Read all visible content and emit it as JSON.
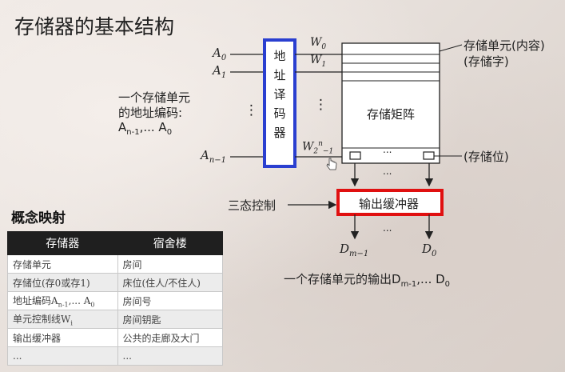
{
  "title": "存储器的基本结构",
  "labels": {
    "addr_line1": "一个存储单元",
    "addr_line2": "的地址编码:",
    "addr_code": "A",
    "addr_code_sub1": "n-1",
    "addr_code_mid": ",... A",
    "addr_code_sub2": "0",
    "a0": "A",
    "a0_sub": "0",
    "a1": "A",
    "a1_sub": "1",
    "an": "A",
    "an_sub": "n−1",
    "dots": "⋮",
    "decoder": [
      "地",
      "址",
      "译",
      "码",
      "器"
    ],
    "w0": "W",
    "w0_sub": "0",
    "w1": "W",
    "w1_sub": "1",
    "w2n": "W",
    "w2n_sub": "2",
    "w2n_sup": "n",
    "w2n_minus": "−1",
    "matrix": "存储矩阵",
    "unit": "存储单元(内容)",
    "word": "(存储字)",
    "bit": "(存储位)",
    "hdots": "...",
    "tristate": "三态控制",
    "buffer": "输出缓冲器",
    "dm": "D",
    "dm_sub": "m−1",
    "d0": "D",
    "d0_sub": "0",
    "output_line": "一个存储单元的输出D",
    "output_sub1": "m-1",
    "output_mid": ",... D",
    "output_sub2": "0"
  },
  "concept": {
    "title": "概念映射",
    "headers": [
      "存储器",
      "宿舍楼"
    ],
    "rows": [
      [
        "存储单元",
        "房间"
      ],
      [
        "存储位(存0或存1)",
        "床位(住人/不住人)"
      ],
      [
        "地址编码A",
        "房间号"
      ],
      [
        "单元控制线W",
        "房间钥匙"
      ],
      [
        "输出缓冲器",
        "公共的走廊及大门"
      ],
      [
        "...",
        "..."
      ]
    ],
    "row3_sub1": "n-1",
    "row3_mid": ",... A",
    "row3_sub2": "0",
    "row4_sub": "i"
  },
  "colors": {
    "decoder_border": "#2a3fd0",
    "buffer_border": "#e01010",
    "line": "#222222"
  }
}
